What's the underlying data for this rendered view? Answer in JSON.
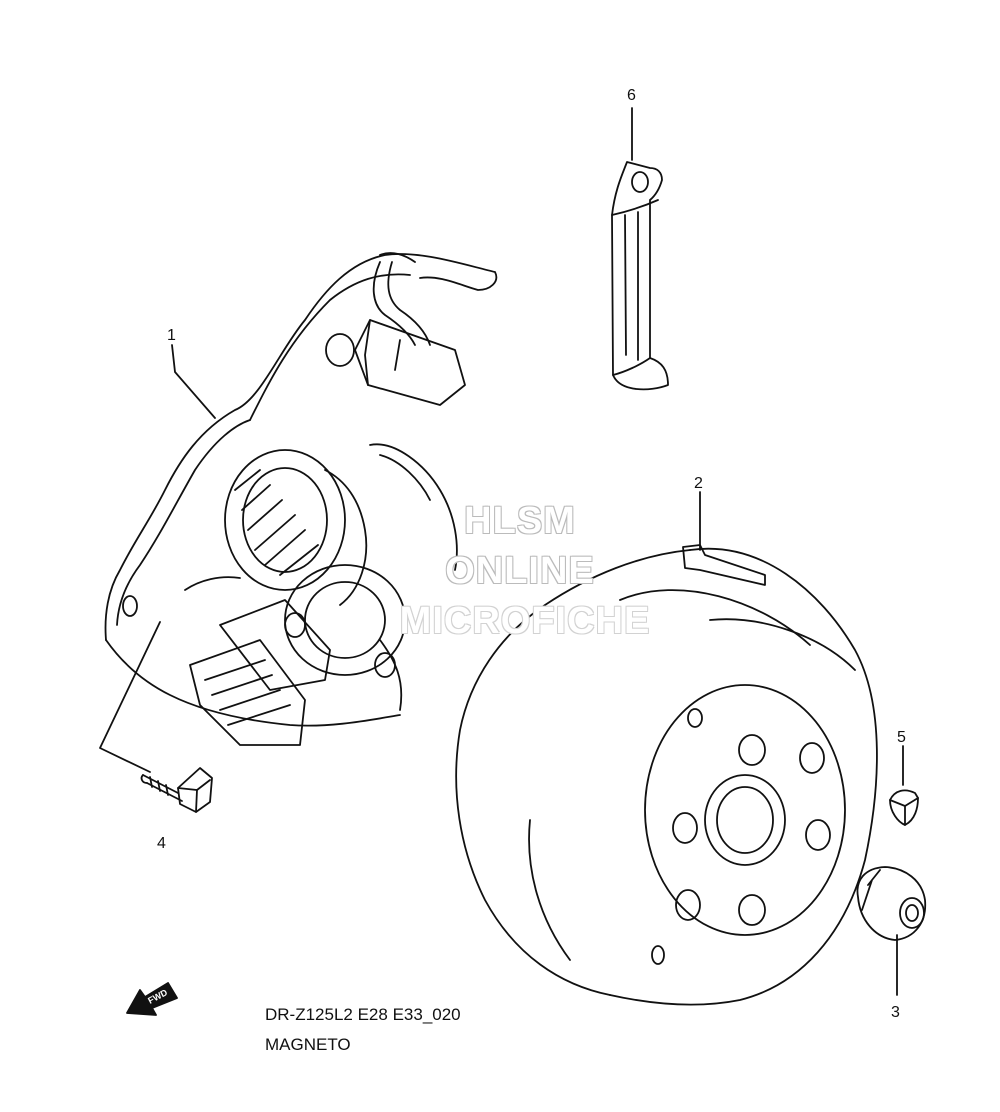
{
  "callouts": [
    {
      "label": "1",
      "part": "stator"
    },
    {
      "label": "2",
      "part": "rotor"
    },
    {
      "label": "3",
      "part": "nut"
    },
    {
      "label": "4",
      "part": "bolt"
    },
    {
      "label": "5",
      "part": "key"
    },
    {
      "label": "6",
      "part": "clamp"
    }
  ],
  "watermark": {
    "line1": "HLSM",
    "line2": "ONLINE",
    "line3": "MICROFICHE"
  },
  "caption": {
    "code": "DR-Z125L2 E28 E33_020",
    "title": "MAGNETO"
  },
  "fwd_label": "FWD"
}
